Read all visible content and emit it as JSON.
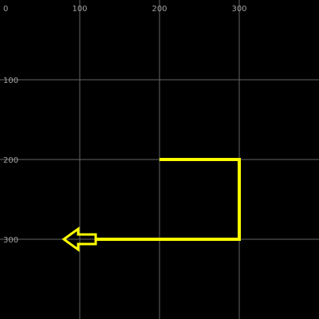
{
  "axes": {
    "origin_label": "0",
    "x_ticks": [
      {
        "value": 100,
        "label": "100"
      },
      {
        "value": 200,
        "label": "200"
      },
      {
        "value": 300,
        "label": "300"
      }
    ],
    "y_ticks": [
      {
        "value": 100,
        "label": "100"
      },
      {
        "value": 200,
        "label": "200"
      },
      {
        "value": 300,
        "label": "300"
      }
    ],
    "range": [
      0,
      400
    ],
    "grid": true
  },
  "path": {
    "points": [
      [
        200,
        200
      ],
      [
        300,
        200
      ],
      [
        300,
        300
      ],
      [
        100,
        300
      ]
    ],
    "end_marker": "arrow-left"
  },
  "colors": {
    "background": "#000000",
    "grid": "#666666",
    "tick_label": "#a0a0a0",
    "path": "#ffff00"
  }
}
